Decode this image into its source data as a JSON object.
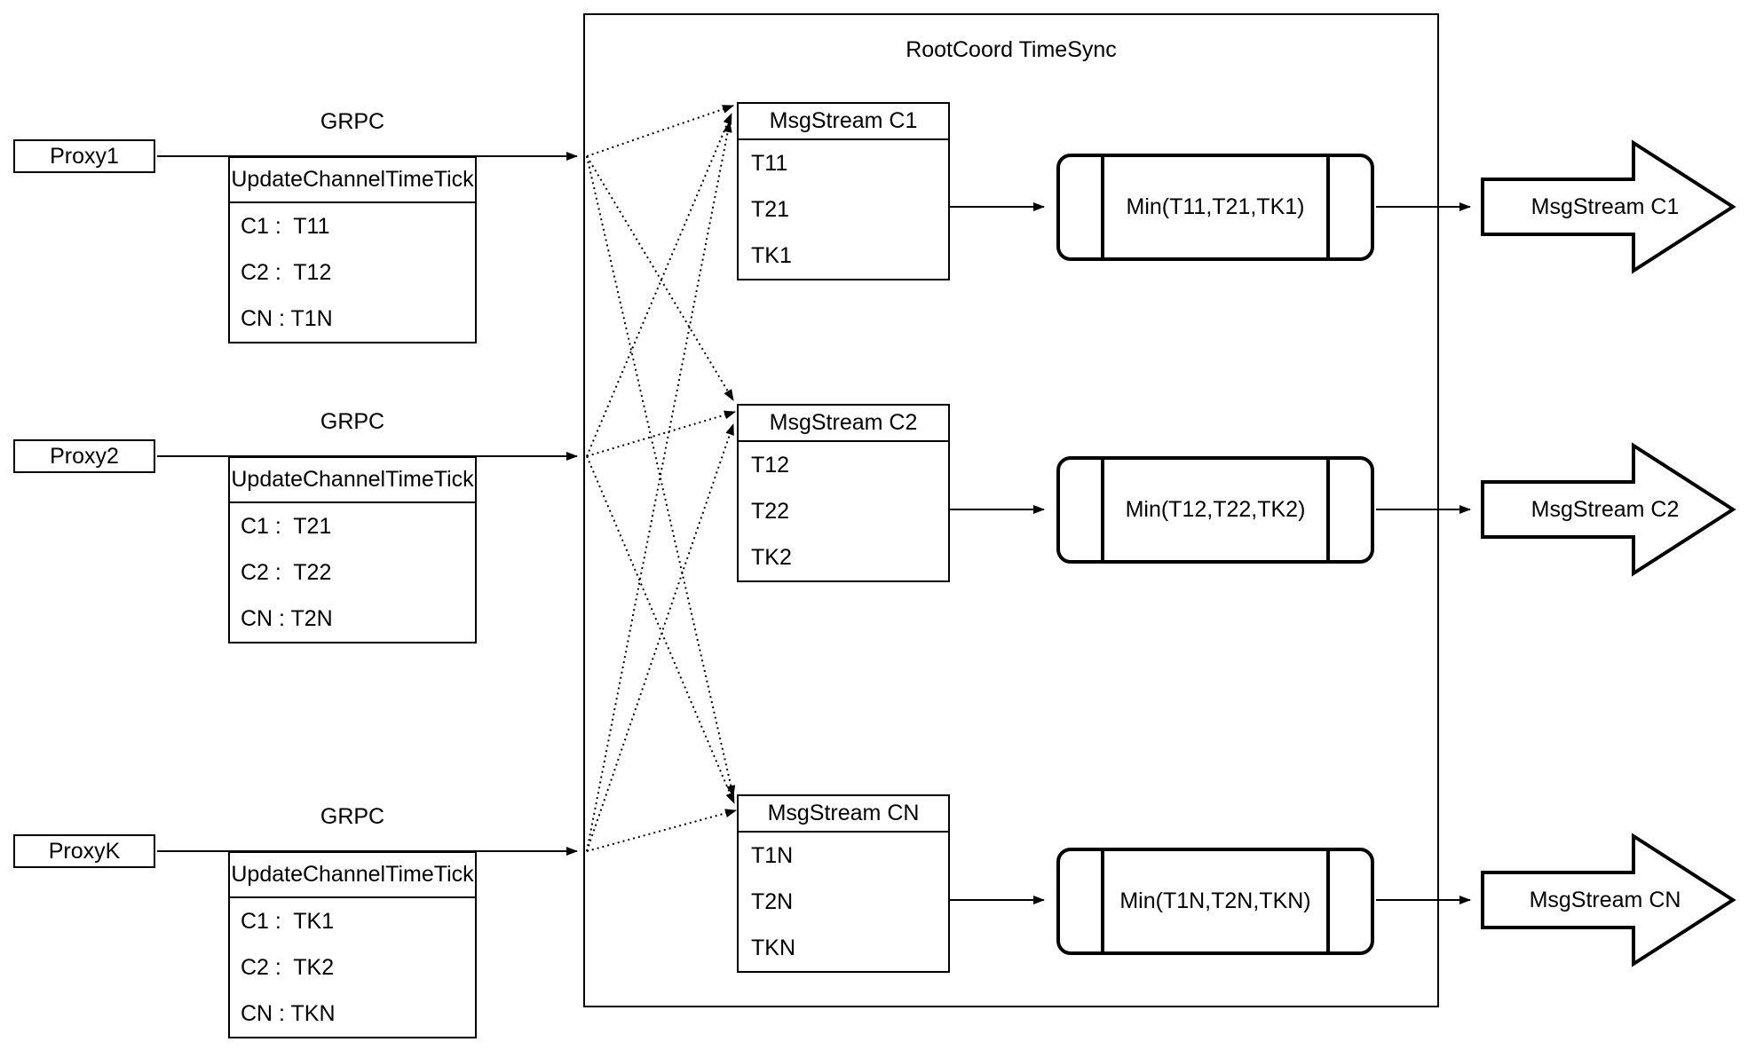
{
  "diagram": {
    "root_title": "RootCoord TimeSync"
  },
  "labels": {
    "grpc": "GRPC"
  },
  "colors": {
    "stroke": "#000000",
    "background": "#ffffff"
  },
  "proxies": [
    {
      "label": "Proxy1",
      "table_header": "UpdateChannelTimeTick",
      "rows": [
        "C1 :  T11",
        "C2 :  T12",
        "CN : T1N"
      ]
    },
    {
      "label": "Proxy2",
      "table_header": "UpdateChannelTimeTick",
      "rows": [
        "C1 :  T21",
        "C2 :  T22",
        "CN : T2N"
      ]
    },
    {
      "label": "ProxyK",
      "table_header": "UpdateChannelTimeTick",
      "rows": [
        "C1 :  TK1",
        "C2 :  TK2",
        "CN : TKN"
      ]
    }
  ],
  "streams": [
    {
      "header": "MsgStream C1",
      "rows": [
        "T11",
        "T21",
        "TK1"
      ],
      "min_label": "Min(T11,T21,TK1)",
      "output_label": "MsgStream C1"
    },
    {
      "header": "MsgStream C2",
      "rows": [
        "T12",
        "T22",
        "TK2"
      ],
      "min_label": "Min(T12,T22,TK2)",
      "output_label": "MsgStream C2"
    },
    {
      "header": "MsgStream CN",
      "rows": [
        "T1N",
        "T2N",
        "TKN"
      ],
      "min_label": "Min(T1N,T2N,TKN)",
      "output_label": "MsgStream CN"
    }
  ]
}
